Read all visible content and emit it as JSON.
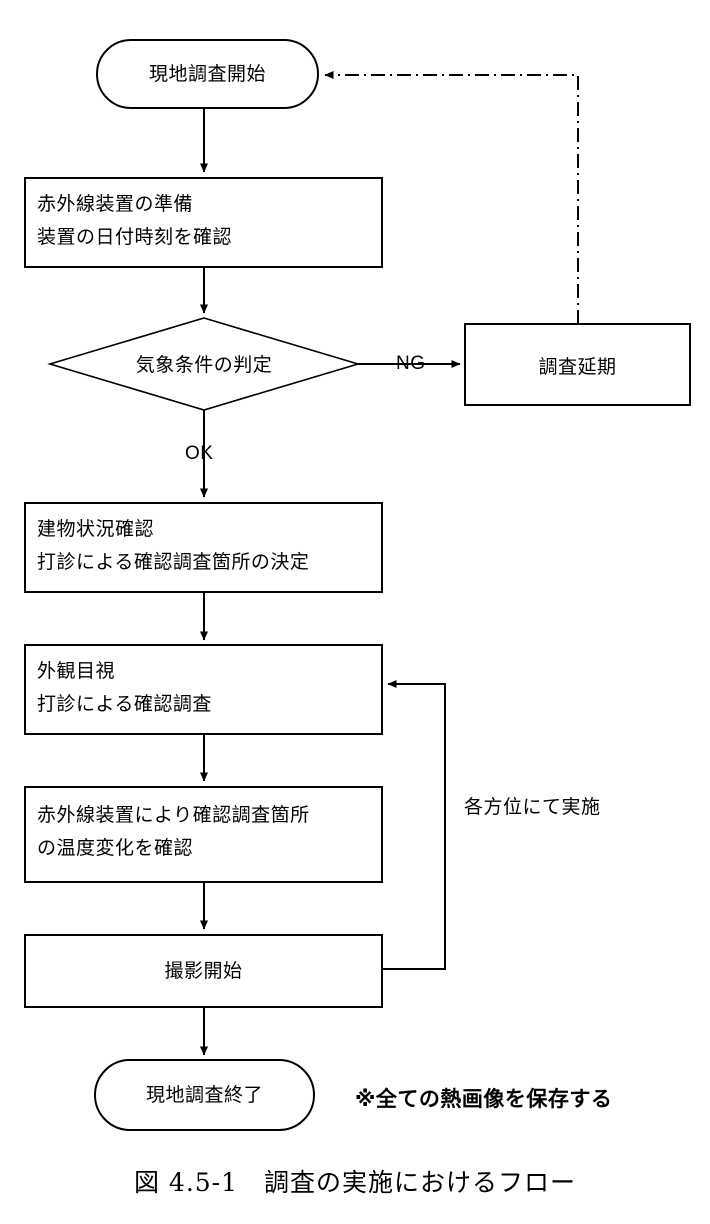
{
  "figure": {
    "caption": "図 4.5-1　調査の実施におけるフロー",
    "side_note": "※全ての熱画像を保存する"
  },
  "nodes": {
    "start": {
      "label": "現地調査開始",
      "shape": "stadium"
    },
    "prepare": {
      "line1": "赤外線装置の準備",
      "line2": "装置の日付時刻を確認",
      "shape": "process"
    },
    "weather_decision": {
      "label": "気象条件の判定",
      "shape": "decision"
    },
    "postpone": {
      "label": "調査延期",
      "shape": "process"
    },
    "building_check": {
      "line1": "建物状況確認",
      "line2": "打診による確認調査箇所の決定",
      "shape": "process"
    },
    "visual_check": {
      "line1": "外観目視",
      "line2": "打診による確認調査",
      "shape": "process"
    },
    "thermal_check": {
      "line1": "赤外線装置により確認調査箇所",
      "line2": "の温度変化を確認",
      "shape": "process"
    },
    "start_shooting": {
      "label": "撮影開始",
      "shape": "process"
    },
    "end": {
      "label": "現地調査終了",
      "shape": "stadium"
    }
  },
  "edges": {
    "ng_label": "NG",
    "ok_label": "OK",
    "loop_label": "各方位にて実施"
  },
  "style": {
    "line_color": "#000000",
    "text_color": "#000000",
    "background": "#ffffff"
  }
}
